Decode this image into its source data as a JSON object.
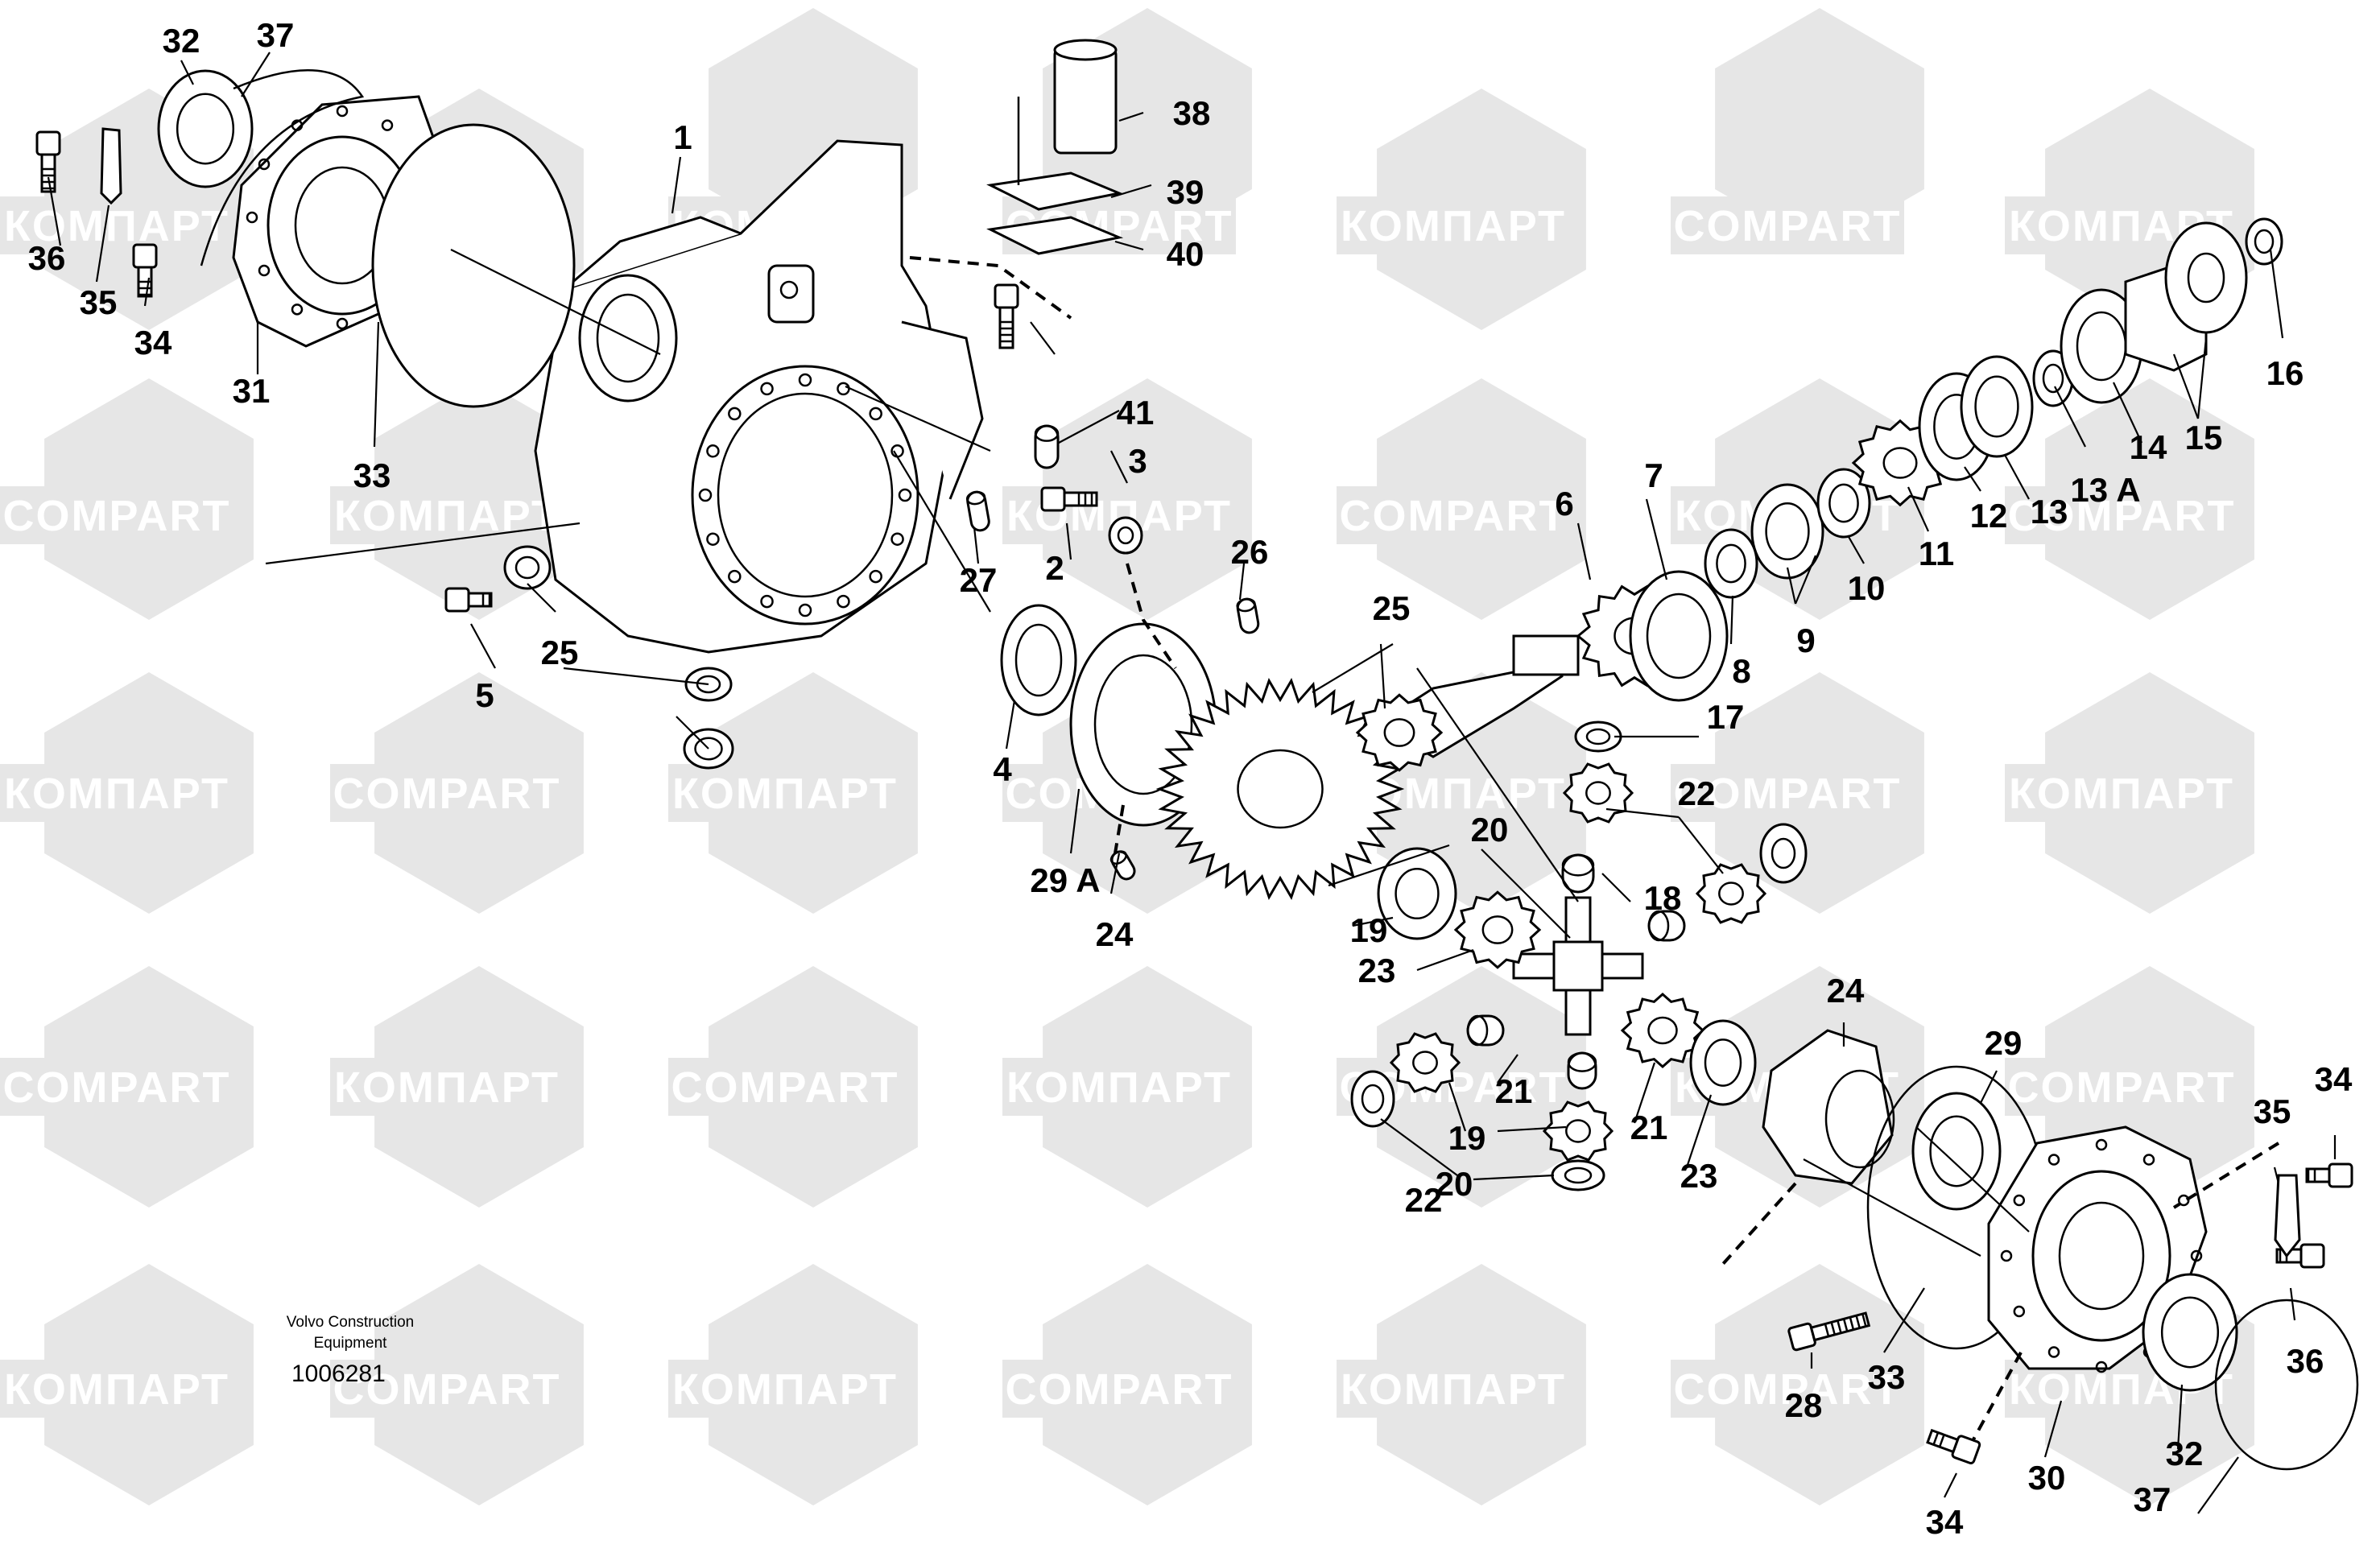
{
  "figure": {
    "publisher_line1": "Volvo Construction",
    "publisher_line2": "Equipment",
    "drawing_number": "1006281"
  },
  "watermark": {
    "text_cyrillic": "КОМПАРТ",
    "text_latin": "COMPART"
  },
  "callouts": [
    "32",
    "37",
    "36",
    "35",
    "34",
    "31",
    "33",
    "1",
    "38",
    "39",
    "40",
    "41",
    "3",
    "27",
    "2",
    "26",
    "25",
    "5",
    "4",
    "29 A",
    "24",
    "25",
    "6",
    "7",
    "8",
    "9",
    "10",
    "11",
    "12",
    "13",
    "13 A",
    "14",
    "15",
    "16",
    "17",
    "22",
    "20",
    "18",
    "19",
    "23",
    "21",
    "21",
    "19",
    "20",
    "22",
    "23",
    "24",
    "29",
    "28",
    "33",
    "30",
    "32",
    "37",
    "36",
    "35",
    "34",
    "34"
  ]
}
